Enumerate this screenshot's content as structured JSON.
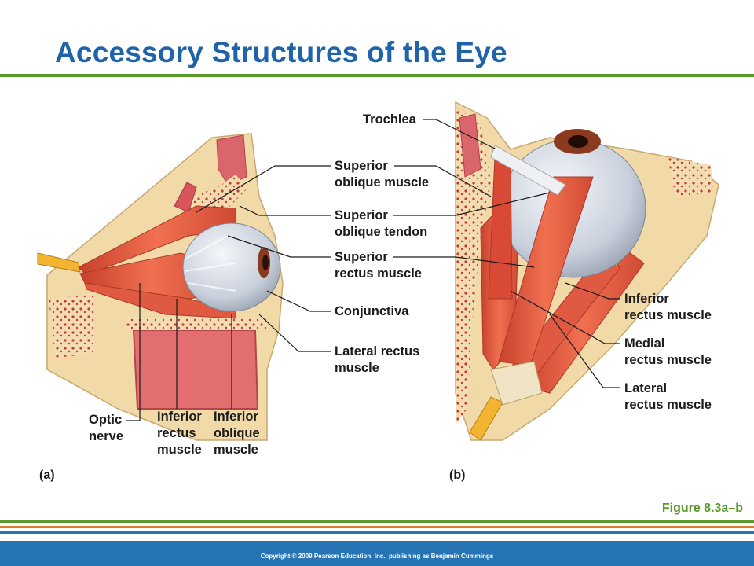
{
  "slide": {
    "title": "Accessory Structures of the Eye",
    "figure_ref": "Figure 8.3a–b",
    "copyright": "Copyright © 2009 Pearson Education, Inc., publishing as Benjamin Cummings"
  },
  "panel_a": {
    "tag": "(a)",
    "labels": {
      "superior_oblique_muscle": [
        "Superior",
        "oblique muscle"
      ],
      "superior_oblique_tendon": [
        "Superior",
        "oblique tendon"
      ],
      "superior_rectus": [
        "Superior",
        "rectus muscle"
      ],
      "conjunctiva": [
        "Conjunctiva"
      ],
      "lateral_rectus": [
        "Lateral rectus",
        "muscle"
      ],
      "optic_nerve": [
        "Optic",
        "nerve"
      ],
      "inferior_rectus": [
        "Inferior",
        "rectus",
        "muscle"
      ],
      "inferior_oblique": [
        "Inferior",
        "oblique",
        "muscle"
      ]
    }
  },
  "panel_b": {
    "tag": "(b)",
    "labels": {
      "trochlea": [
        "Trochlea"
      ],
      "inferior_rectus": [
        "Inferior",
        "rectus muscle"
      ],
      "medial_rectus": [
        "Medial",
        "rectus muscle"
      ],
      "lateral_rectus": [
        "Lateral",
        "rectus muscle"
      ]
    }
  },
  "colors": {
    "title": "#1f64a8",
    "accent_green": "#5a9a2a",
    "accent_orange": "#e07a28",
    "footer_blue": "#2674b4",
    "muscle": "#e0553c",
    "bone": "#f1d9a8"
  }
}
